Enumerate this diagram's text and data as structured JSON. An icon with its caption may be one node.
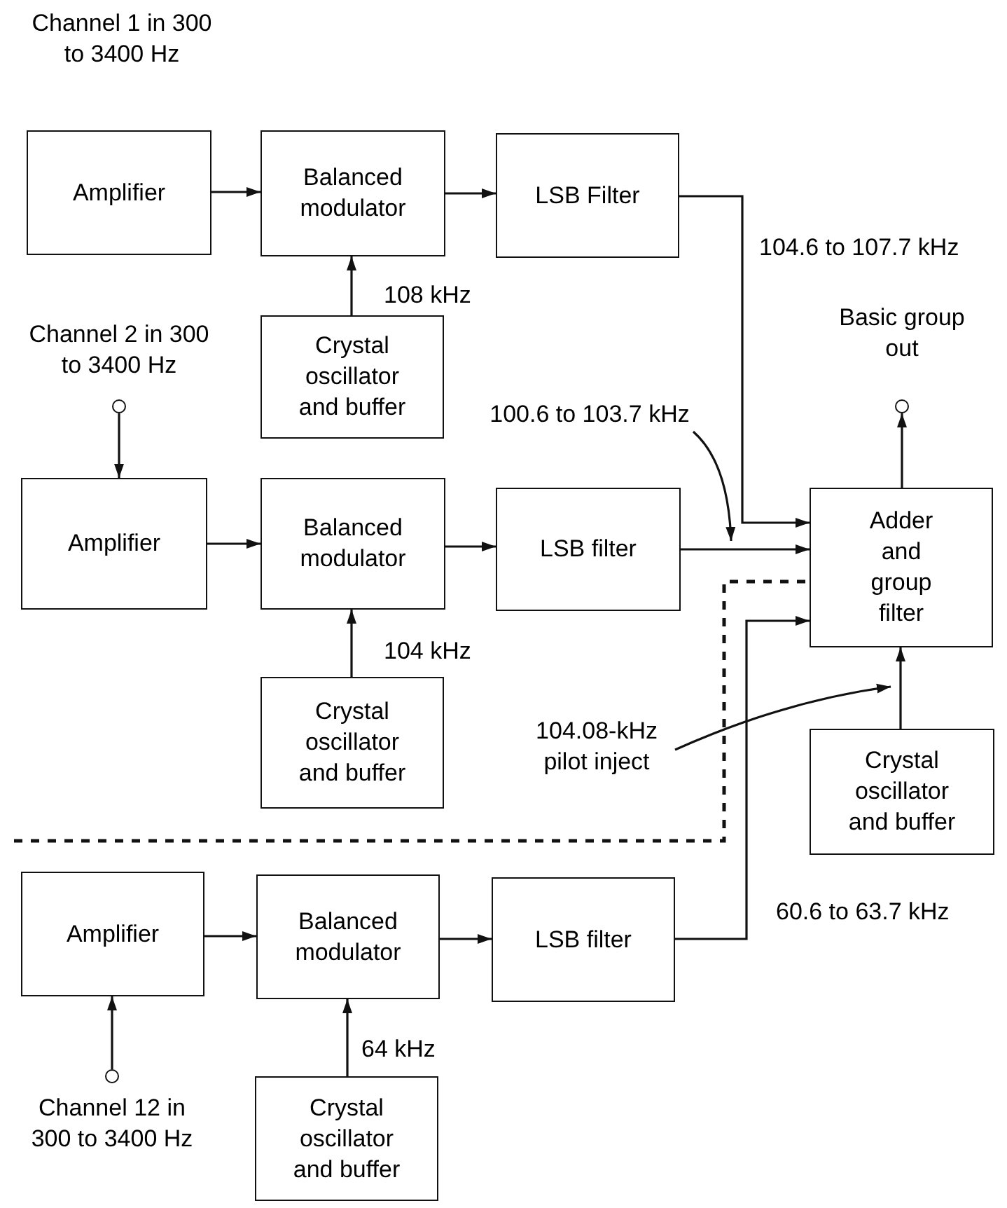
{
  "diagram": {
    "nodes": [
      {
        "text": [
          "Amplifier"
        ]
      },
      {
        "text": [
          "Balanced modulator"
        ]
      },
      {
        "text": [
          "LSB Filter"
        ]
      },
      {
        "text": [
          "Crystal oscillator and buffer"
        ]
      },
      {
        "text": [],
        "shape": "circle",
        "beside": [
          "Channel 2 in 300 to 3400 Hz"
        ]
      },
      {
        "text": [
          "Amplifier"
        ]
      },
      {
        "text": [
          "Balanced modulator"
        ]
      },
      {
        "text": [
          "LSB filter"
        ]
      },
      {
        "text": [
          "Crystal oscillator and buffer"
        ]
      },
      {
        "text": [
          "Adder and group filter"
        ]
      },
      {
        "text": [],
        "shape": "circle",
        "beside": [
          "Basic group out"
        ]
      },
      {
        "text": [
          "Crystal oscillator and buffer"
        ]
      },
      {
        "text": [
          "104.08-kHz pilot inject"
        ]
      },
      {
        "text": [
          "100.6 to 103.7 kHz"
        ]
      },
      {
        "text": [
          "Amplifier"
        ]
      },
      {
        "text": [
          "Balanced modulator"
        ]
      },
      {
        "text": [
          "LSB filter"
        ]
      },
      {
        "text": [
          "Crystal oscillator and buffer"
        ]
      },
      {
        "text": [],
        "shape": "circle",
        "beside": [
          "Channel 12 in 300 to 3400 Hz"
        ]
      }
    ],
    "edges": [
      {
        "from": 0,
        "to": 1,
        "arrow": "to"
      },
      {
        "from": 1,
        "to": 2,
        "arrow": "to"
      },
      {
        "from": 3,
        "to": 1,
        "arrow": "to",
        "label": "108 kHz"
      },
      {
        "from": 2,
        "to": 9,
        "arrow": "to",
        "label": "104.6 to 107.7 kHz"
      },
      {
        "from": 4,
        "to": 5,
        "arrow": "to"
      },
      {
        "from": 5,
        "to": 6,
        "arrow": "to"
      },
      {
        "from": 6,
        "to": 7,
        "arrow": "to"
      },
      {
        "from": 8,
        "to": 6,
        "arrow": "to",
        "label": "104 kHz"
      },
      {
        "from": 7,
        "to": 9,
        "arrow": "to"
      },
      {
        "from": 9,
        "to": 10,
        "arrow": "to"
      },
      {
        "from": 11,
        "to": 9,
        "arrow": "to"
      },
      {
        "from": 12,
        "to": null,
        "arrow": "to"
      },
      {
        "from": 13,
        "to": null,
        "arrow": "to"
      },
      {
        "from": 14,
        "to": 15,
        "arrow": "to"
      },
      {
        "from": 15,
        "to": 16,
        "arrow": "to"
      },
      {
        "from": 17,
        "to": 15,
        "arrow": "to",
        "label": "64 kHz"
      },
      {
        "from": 16,
        "to": 9,
        "arrow": "to",
        "label": "60.6 to 63.7 kHz"
      },
      {
        "from": 18,
        "to": 14,
        "arrow": "to"
      }
    ],
    "labels": [
      "Channel 1 in 300 to 3400 Hz"
    ]
  }
}
